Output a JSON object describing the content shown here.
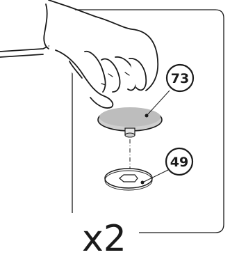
{
  "step": {
    "multiplier": "x2",
    "parts": [
      {
        "label": "73",
        "name": "cap"
      },
      {
        "label": "49",
        "name": "washer"
      }
    ]
  }
}
